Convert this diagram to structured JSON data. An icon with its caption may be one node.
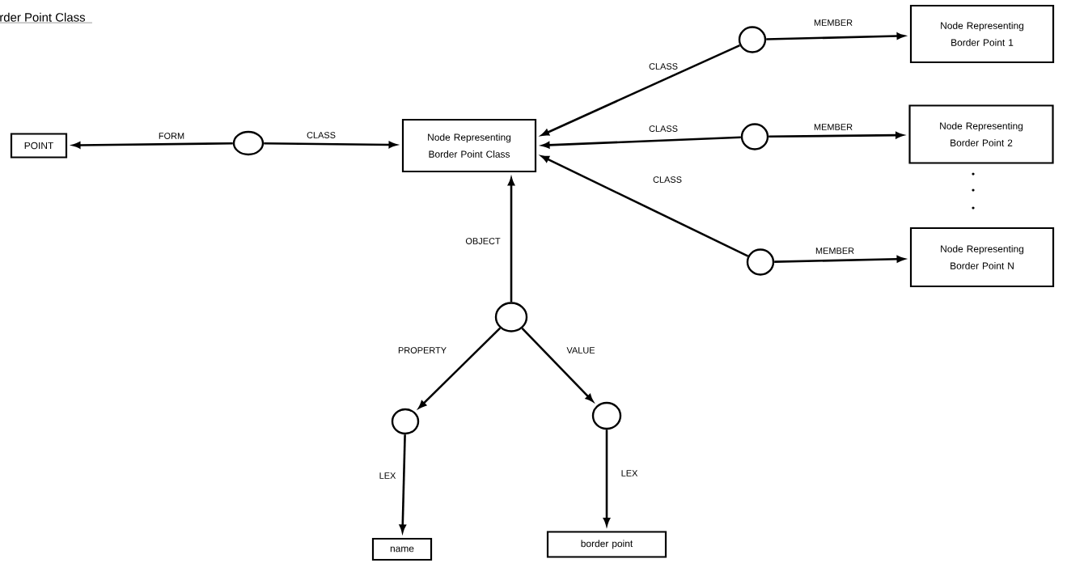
{
  "diagram": {
    "title": "rder Point Class",
    "nodes": [
      {
        "text": [
          "POINT"
        ]
      },
      {
        "text": [],
        "shape": "circle"
      },
      {
        "text": [
          "Node Representing Border Point Class"
        ]
      },
      {
        "text": [],
        "shape": "circle"
      },
      {
        "text": [
          "Node Representing Border Point 1"
        ]
      },
      {
        "text": [],
        "shape": "circle"
      },
      {
        "text": [
          "Node Representing Border Point 2"
        ]
      },
      {
        "text": [],
        "shape": "circle"
      },
      {
        "text": [
          "Node Representing Border Point N"
        ]
      },
      {
        "text": [],
        "shape": "circle"
      },
      {
        "text": [],
        "shape": "circle"
      },
      {
        "text": [],
        "shape": "circle"
      },
      {
        "text": [
          "name"
        ]
      },
      {
        "text": [
          "border point"
        ]
      }
    ],
    "edges": [
      {
        "from": 1,
        "to": 0,
        "arrow": "to",
        "label": "FORM"
      },
      {
        "from": 1,
        "to": 2,
        "arrow": "to",
        "label": "CLASS"
      },
      {
        "from": 3,
        "to": 2,
        "arrow": "to",
        "label": "CLASS"
      },
      {
        "from": 3,
        "to": 4,
        "arrow": "to",
        "label": "MEMBER"
      },
      {
        "from": 5,
        "to": 2,
        "arrow": "to",
        "label": "CLASS"
      },
      {
        "from": 5,
        "to": 6,
        "arrow": "to",
        "label": "MEMBER"
      },
      {
        "from": 7,
        "to": 2,
        "arrow": "to",
        "label": "CLASS"
      },
      {
        "from": 7,
        "to": 8,
        "arrow": "to",
        "label": "MEMBER"
      },
      {
        "from": 9,
        "to": 2,
        "arrow": "to",
        "label": "OBJECT"
      },
      {
        "from": 9,
        "to": 10,
        "arrow": "to",
        "label": "PROPERTY"
      },
      {
        "from": 9,
        "to": 11,
        "arrow": "to",
        "label": "VALUE"
      },
      {
        "from": 10,
        "to": 12,
        "arrow": "to",
        "label": "LEX"
      },
      {
        "from": 11,
        "to": 13,
        "arrow": "to",
        "label": "LEX"
      }
    ]
  }
}
